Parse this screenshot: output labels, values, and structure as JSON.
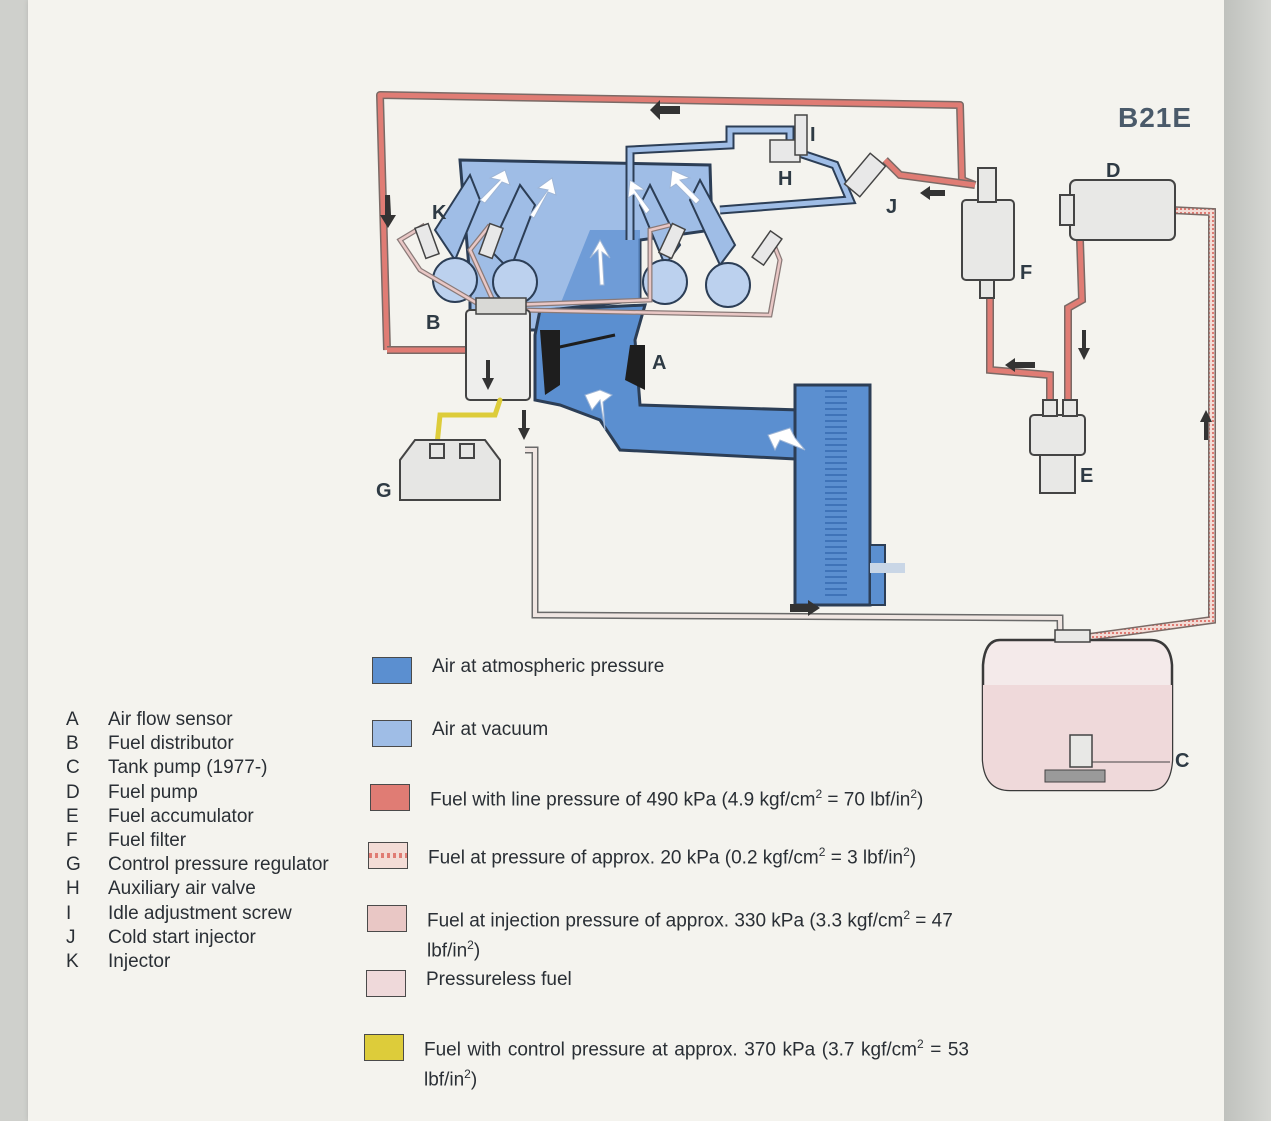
{
  "title": "B21E",
  "component_labels": {
    "A": "A",
    "B": "B",
    "C": "C",
    "D": "D",
    "E": "E",
    "F": "F",
    "G": "G",
    "H": "H",
    "I": "I",
    "J": "J",
    "K": "K"
  },
  "key": [
    {
      "letter": "A",
      "text": "Air flow sensor"
    },
    {
      "letter": "B",
      "text": "Fuel distributor"
    },
    {
      "letter": "C",
      "text": "Tank pump (1977-)"
    },
    {
      "letter": "D",
      "text": "Fuel pump"
    },
    {
      "letter": "E",
      "text": "Fuel accumulator"
    },
    {
      "letter": "F",
      "text": "Fuel filter"
    },
    {
      "letter": "G",
      "text": "Control pressure regulator"
    },
    {
      "letter": "H",
      "text": "Auxiliary air valve"
    },
    {
      "letter": "I",
      "text": "Idle adjustment screw"
    },
    {
      "letter": "J",
      "text": "Cold start injector"
    },
    {
      "letter": "K",
      "text": "Injector"
    }
  ],
  "legend": [
    {
      "id": "air-atmospheric",
      "text": "Air at atmospheric pressure",
      "color": "#5b8fd0"
    },
    {
      "id": "air-vacuum",
      "text": "Air at vacuum",
      "color": "#9fbde6"
    },
    {
      "id": "fuel-line",
      "text": "Fuel with line pressure of 490 kPa (4.9 kgf/cm",
      "sup1": "2",
      "mid": " = 70 lbf/in",
      "sup2": "2",
      "end": ")",
      "color": "#e07c74"
    },
    {
      "id": "fuel-20",
      "text": "Fuel at pressure of approx. 20 kPa (0.2 kgf/cm",
      "sup1": "2",
      "mid": " = 3 lbf/in",
      "sup2": "2",
      "end": ")",
      "color": "#f3dcd6"
    },
    {
      "id": "fuel-injection",
      "text": "Fuel at injection pressure of approx. 330 kPa (3.3 kgf/cm",
      "sup1": "2",
      "mid": " = 47 lbf/in",
      "sup2": "2",
      "end": ")",
      "color": "#e9c7c5"
    },
    {
      "id": "fuel-pressureless",
      "text": "Pressureless fuel",
      "color": "#efd9da"
    },
    {
      "id": "fuel-control",
      "text": "Fuel with control pressure at approx. 370 kPa (3.7 kgf/cm",
      "sup1": "2",
      "mid": " = 53 lbf/in",
      "sup2": "2",
      "end": ")",
      "color": "#ddcc3a"
    }
  ]
}
